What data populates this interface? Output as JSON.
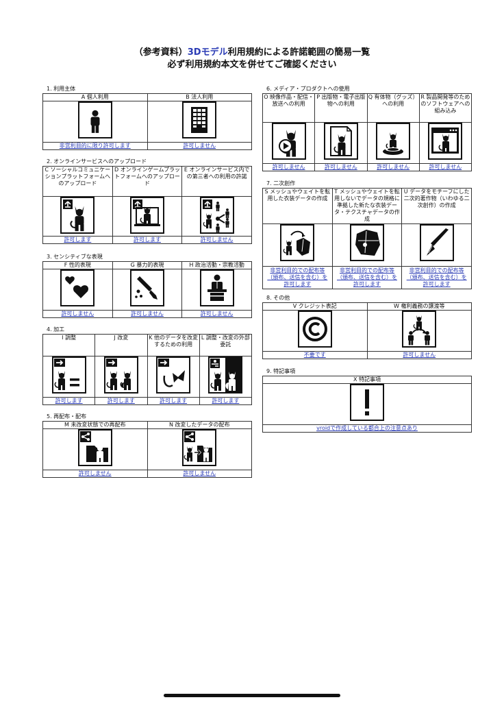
{
  "title": {
    "prefix": "（参考資料）",
    "accent": "3Dモデル",
    "suffix": "利用規約による許諾範囲の簡易一覧",
    "line2": "必ず利用規約本文を併せてご確認ください",
    "accent_color": "#2a3bb5"
  },
  "sections": {
    "s1": {
      "label": "1. 利用主体",
      "items": [
        {
          "header": "A 個人利用",
          "icon": "person-icon",
          "status": "非営利目的に限り許可します"
        },
        {
          "header": "B 法人利用",
          "icon": "building-icon",
          "status": "許可しません"
        }
      ]
    },
    "s2": {
      "label": "2. オンラインサービスへのアップロード",
      "items": [
        {
          "header": "C ソーシャルコミュニケーションプラットフォームへのアップロード",
          "icon": "upload-sns-icon",
          "status": "許可します"
        },
        {
          "header": "D オンラインゲームプラットフォームへのアップロード",
          "icon": "upload-game-icon",
          "status": "許可します"
        },
        {
          "header": "E オンラインサービス内での第三者への利用の許諾",
          "icon": "upload-share-icon",
          "status": "許可しません"
        }
      ]
    },
    "s3": {
      "label": "3. センシティブな表現",
      "items": [
        {
          "header": "F 性的表現",
          "icon": "hearts-icon",
          "status": "許可しません"
        },
        {
          "header": "G 暴力的表現",
          "icon": "knife-icon",
          "status": "許可しません"
        },
        {
          "header": "H 政治活動・宗教活動",
          "icon": "podium-icon",
          "status": "許可しません"
        }
      ]
    },
    "s4": {
      "label": "4. 加工",
      "items": [
        {
          "header": "I 調整",
          "icon": "adjust-icon",
          "status": "許可します"
        },
        {
          "header": "J 改変",
          "icon": "modify-icon",
          "status": "許可します"
        },
        {
          "header": "K 他のデータを改変するための利用",
          "icon": "reuse-icon",
          "status": "許可します"
        },
        {
          "header": "L 調整・改変の外部委託",
          "icon": "outsource-icon",
          "status": "許可します"
        }
      ]
    },
    "s5": {
      "label": "5. 再配布・配布",
      "items": [
        {
          "header": "M 未改変状態での再配布",
          "icon": "redistribute-icon",
          "status": "許可しません"
        },
        {
          "header": "N 改変したデータの配布",
          "icon": "distribute-modified-icon",
          "status": "許可しません"
        }
      ]
    },
    "s6": {
      "label": "6. メディア・プロダクトへの使用",
      "items": [
        {
          "header": "O 映像作品・配信・放送への利用",
          "icon": "video-icon",
          "status": "許可しません"
        },
        {
          "header": "P 出版物・電子出版物への利用",
          "icon": "publication-icon",
          "status": "許可しません"
        },
        {
          "header": "Q 有体物（グッズ）への利用",
          "icon": "figure-icon",
          "status": "許可しません"
        },
        {
          "header": "R 製品開発等のためのソフトウェアへの組み込み",
          "icon": "software-icon",
          "status": "許可しません"
        }
      ]
    },
    "s7": {
      "label": "7. 二次創作",
      "items": [
        {
          "header": "S メッシュやウェイトを転用した衣装データの作成",
          "icon": "costume-convert-icon",
          "status": "非営利目的での配布等（頒布、送信を含む）を許可します"
        },
        {
          "header": "T メッシュやウェイトを転用しないでデータの規格に準拠した新たな衣装データ・テクスチャデータの作成",
          "icon": "costume-icon",
          "status": "非営利目的での配布等（頒布、送信を含む）を許可します"
        },
        {
          "header": "U データをモチーフにした二次的著作物（いわゆる二次創作）の作成",
          "icon": "pen-icon",
          "status": "非営利目的での配布等（頒布、送信を含む）を許可します"
        }
      ]
    },
    "s8": {
      "label": "8. その他",
      "items": [
        {
          "header": "V クレジット表記",
          "icon": "copyright-icon",
          "status": "不要です"
        },
        {
          "header": "W 権利義務の譲渡等",
          "icon": "transfer-icon",
          "status": "許可しません"
        }
      ]
    },
    "s9": {
      "label": "9. 特記事項",
      "items": [
        {
          "header": "X 特記事項",
          "icon": "exclamation-icon",
          "status": "vroidで作成している都合上の注意点あり"
        }
      ]
    }
  }
}
